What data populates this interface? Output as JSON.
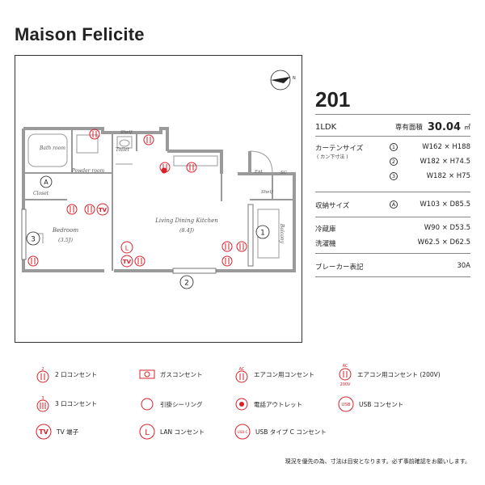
{
  "title": "Maison Felicite",
  "unit": {
    "number": "201",
    "layout": "1LDK",
    "area_label": "専有面積",
    "area_value": "30.04",
    "area_unit": "㎡"
  },
  "curtain": {
    "label": "カーテンサイズ",
    "sub": "( カン下寸法 )",
    "items": [
      {
        "mark": "1",
        "size": "W162 × H188"
      },
      {
        "mark": "2",
        "size": "W182 × H74.5"
      },
      {
        "mark": "3",
        "size": "W182 × H75"
      }
    ]
  },
  "storage": {
    "label": "収納サイズ",
    "mark": "A",
    "size": "W103 × D85.5"
  },
  "appliances": [
    {
      "label": "冷蔵庫",
      "size": "W90 × D53.5"
    },
    {
      "label": "洗濯機",
      "size": "W62.5 × D62.5"
    }
  ],
  "breaker": {
    "label": "ブレーカー表記",
    "value": "30A"
  },
  "floorplan": {
    "bath": "Bath room",
    "powder": "Powder room",
    "toilet": "Toilet",
    "shelf": "Shelf",
    "ent": "Ent",
    "sc": "SC",
    "closet": "Closet",
    "closet_mark": "A",
    "bedroom": "Bedroom",
    "bedroom_size": "(3.5J)",
    "ldk": "Living Dining Kitchen",
    "ldk_size": "(8.4J)",
    "balcony": "Balcony",
    "win1": "1",
    "win2": "2",
    "win3": "3",
    "north": "N"
  },
  "legend": [
    {
      "id": "outlet2",
      "label": "2 口コンセント",
      "badge": "2"
    },
    {
      "id": "gas",
      "label": "ガスコンセント"
    },
    {
      "id": "ac",
      "label": "エアコン用コンセント",
      "badge": "AC"
    },
    {
      "id": "ac200",
      "label": "エアコン用コンセント (200V)",
      "badge": "AC",
      "badge2": "200V"
    },
    {
      "id": "outlet3",
      "label": "3 口コンセント",
      "badge": "3"
    },
    {
      "id": "ceiling",
      "label": "引掛シーリング"
    },
    {
      "id": "phone",
      "label": "電話アウトレット"
    },
    {
      "id": "usb",
      "label": "USB コンセント",
      "badge": "USB"
    },
    {
      "id": "tv",
      "label": "TV 端子",
      "badge": "TV"
    },
    {
      "id": "lan",
      "label": "LAN コンセント",
      "badge": "L"
    },
    {
      "id": "usbc",
      "label": "USB タイプ C コンセント",
      "badge": "USB-C"
    }
  ],
  "note": "現況を優先の為、寸法は目安となります。必ず事前確認をお願いします。",
  "colors": {
    "accent": "#d8212a",
    "wall": "#9a9a9a",
    "ink": "#222222"
  }
}
